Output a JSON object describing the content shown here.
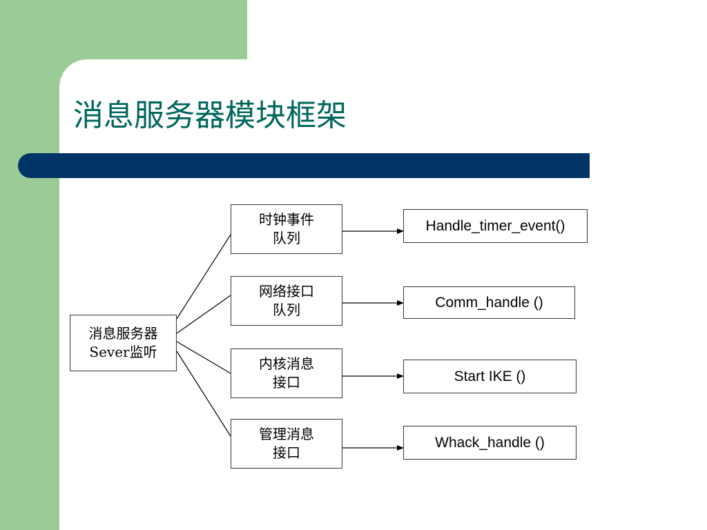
{
  "slide": {
    "title": "消息服务器模块框架",
    "colors": {
      "side_panel": "#9ccc96",
      "title": "#00665c",
      "bar": "#003366"
    }
  },
  "diagram": {
    "root": {
      "line1": "消息服务器",
      "line2": "Sever监听"
    },
    "queues": [
      {
        "line1": "时钟事件",
        "line2": "队列"
      },
      {
        "line1": "网络接口",
        "line2": "队列"
      },
      {
        "line1": "内核消息",
        "line2": "接口"
      },
      {
        "line1": "管理消息",
        "line2": "接口"
      }
    ],
    "handlers": [
      {
        "label": "Handle_timer_event()"
      },
      {
        "label": "Comm_handle ()"
      },
      {
        "label": "Start IKE ()"
      },
      {
        "label": "Whack_handle ()"
      }
    ]
  }
}
